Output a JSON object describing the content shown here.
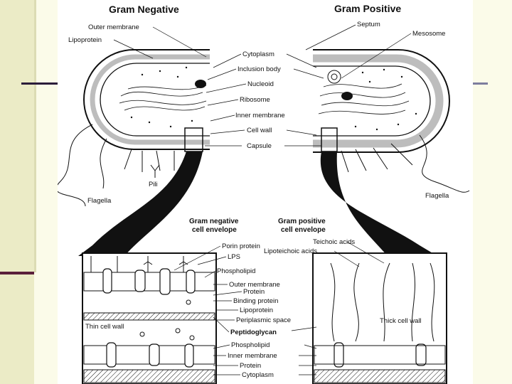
{
  "titles": {
    "gram_negative": "Gram Negative",
    "gram_positive": "Gram Positive"
  },
  "top_labels_left": {
    "outer_membrane": "Outer membrane",
    "lipoprotein": "Lipoprotein",
    "pili": "Pili",
    "flagella": "Flagella"
  },
  "top_labels_center": {
    "cytoplasm": "Cytoplasm",
    "inclusion_body": "Inclusion body",
    "nucleoid": "Nucleoid",
    "ribosome": "Ribosome",
    "inner_membrane": "Inner membrane",
    "cell_wall": "Cell wall",
    "capsule": "Capsule"
  },
  "top_labels_right": {
    "septum": "Septum",
    "mesosome": "Mesosome",
    "flagella": "Flagella"
  },
  "envelope_titles": {
    "neg_line1": "Gram negative",
    "neg_line2": "cell envelope",
    "pos_line1": "Gram positive",
    "pos_line2": "cell envelope"
  },
  "bottom_labels_neg": {
    "porin_protein": "Porin protein",
    "lps": "LPS",
    "phospholipid": "Phospholipid",
    "outer_membrane": "Outer membrane",
    "protein": "Protein",
    "binding_protein": "Binding protein",
    "lipoprotein": "Lipoprotein",
    "periplasmic_space": "Periplasmic space",
    "peptidoglycan": "Peptidoglycan",
    "thin_cell_wall": "Thin cell wall"
  },
  "bottom_labels_shared": {
    "phospholipid": "Phospholipid",
    "inner_membrane": "Inner membrane",
    "protein": "Protein",
    "cytoplasm": "Cytoplasm"
  },
  "bottom_labels_pos": {
    "teichoic_acids": "Teichoic acids",
    "lipoteichoic_acids": "Lipoteichoic acids",
    "thick_cell_wall": "Thick cell wall"
  },
  "colors": {
    "background": "#fbfbe9",
    "panel": "#ffffff",
    "accent_bar": "#ebebc6",
    "rule_dark": "#2b1d3a",
    "rule_maroon": "#5a1f3a",
    "ink": "#111111",
    "wall_gray": "#bdbdbd"
  }
}
